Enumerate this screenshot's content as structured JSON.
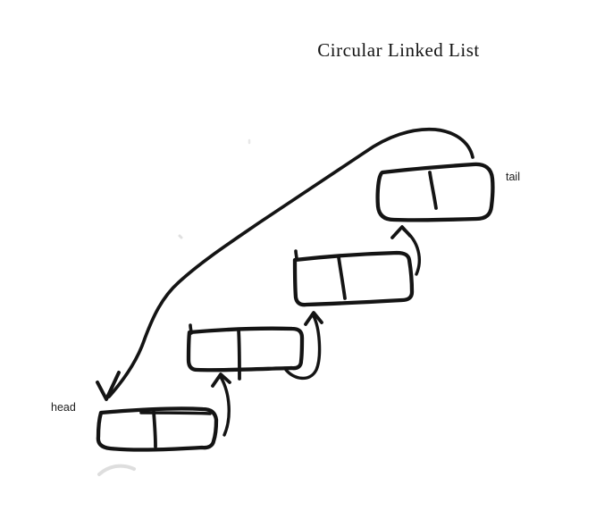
{
  "title": "Circular Linked List",
  "labels": {
    "head": "head",
    "tail": "tail"
  },
  "colors": {
    "background": "#ffffff",
    "ink": "#141414",
    "label_ink": "#1c1c1c",
    "faint_mark": "#d8d8d8"
  },
  "diagram": {
    "type": "circular_linked_list",
    "node_count": 4,
    "nodes": [
      {
        "id": "node-1",
        "annotation": "head",
        "compartments": 2
      },
      {
        "id": "node-2",
        "annotation": "",
        "compartments": 2
      },
      {
        "id": "node-3",
        "annotation": "",
        "compartments": 2
      },
      {
        "id": "node-4",
        "annotation": "tail",
        "compartments": 2
      }
    ],
    "edges": [
      {
        "from": "node-1",
        "to": "node-2"
      },
      {
        "from": "node-2",
        "to": "node-3"
      },
      {
        "from": "node-3",
        "to": "node-4"
      },
      {
        "from": "node-4",
        "to": "node-1"
      }
    ]
  }
}
